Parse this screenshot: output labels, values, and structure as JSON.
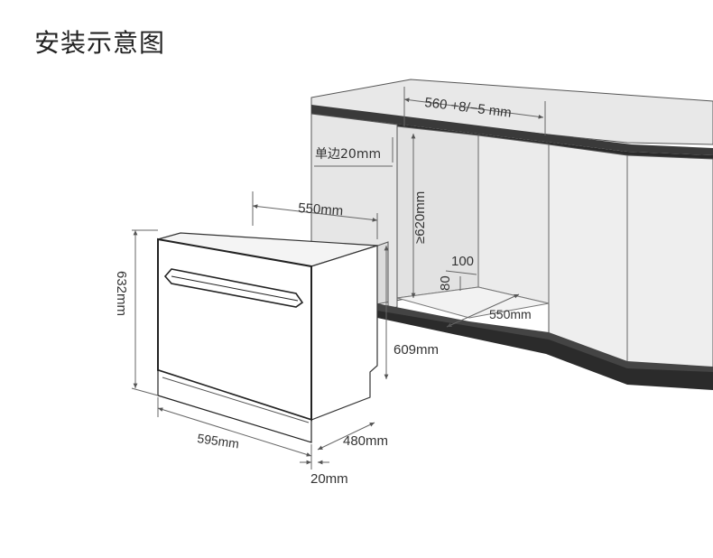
{
  "title": "安装示意图",
  "colors": {
    "counter_fill": "#e6e6e6",
    "counter_edge": "#2b2b2b",
    "body_fill": "#ffffff",
    "line": "#333333",
    "dim_line": "#666666"
  },
  "dimensions": {
    "cabinet_width": "560 +8/−5 mm",
    "side_gap": "单边20mm",
    "cabinet_height": "≥620mm",
    "step_width": "100",
    "step_height": "80",
    "cabinet_depth": "550mm",
    "appliance_top_depth": "550mm",
    "appliance_height": "632mm",
    "appliance_side_height": "609mm",
    "appliance_width": "595mm",
    "appliance_depth": "480mm",
    "door_gap": "20mm"
  }
}
